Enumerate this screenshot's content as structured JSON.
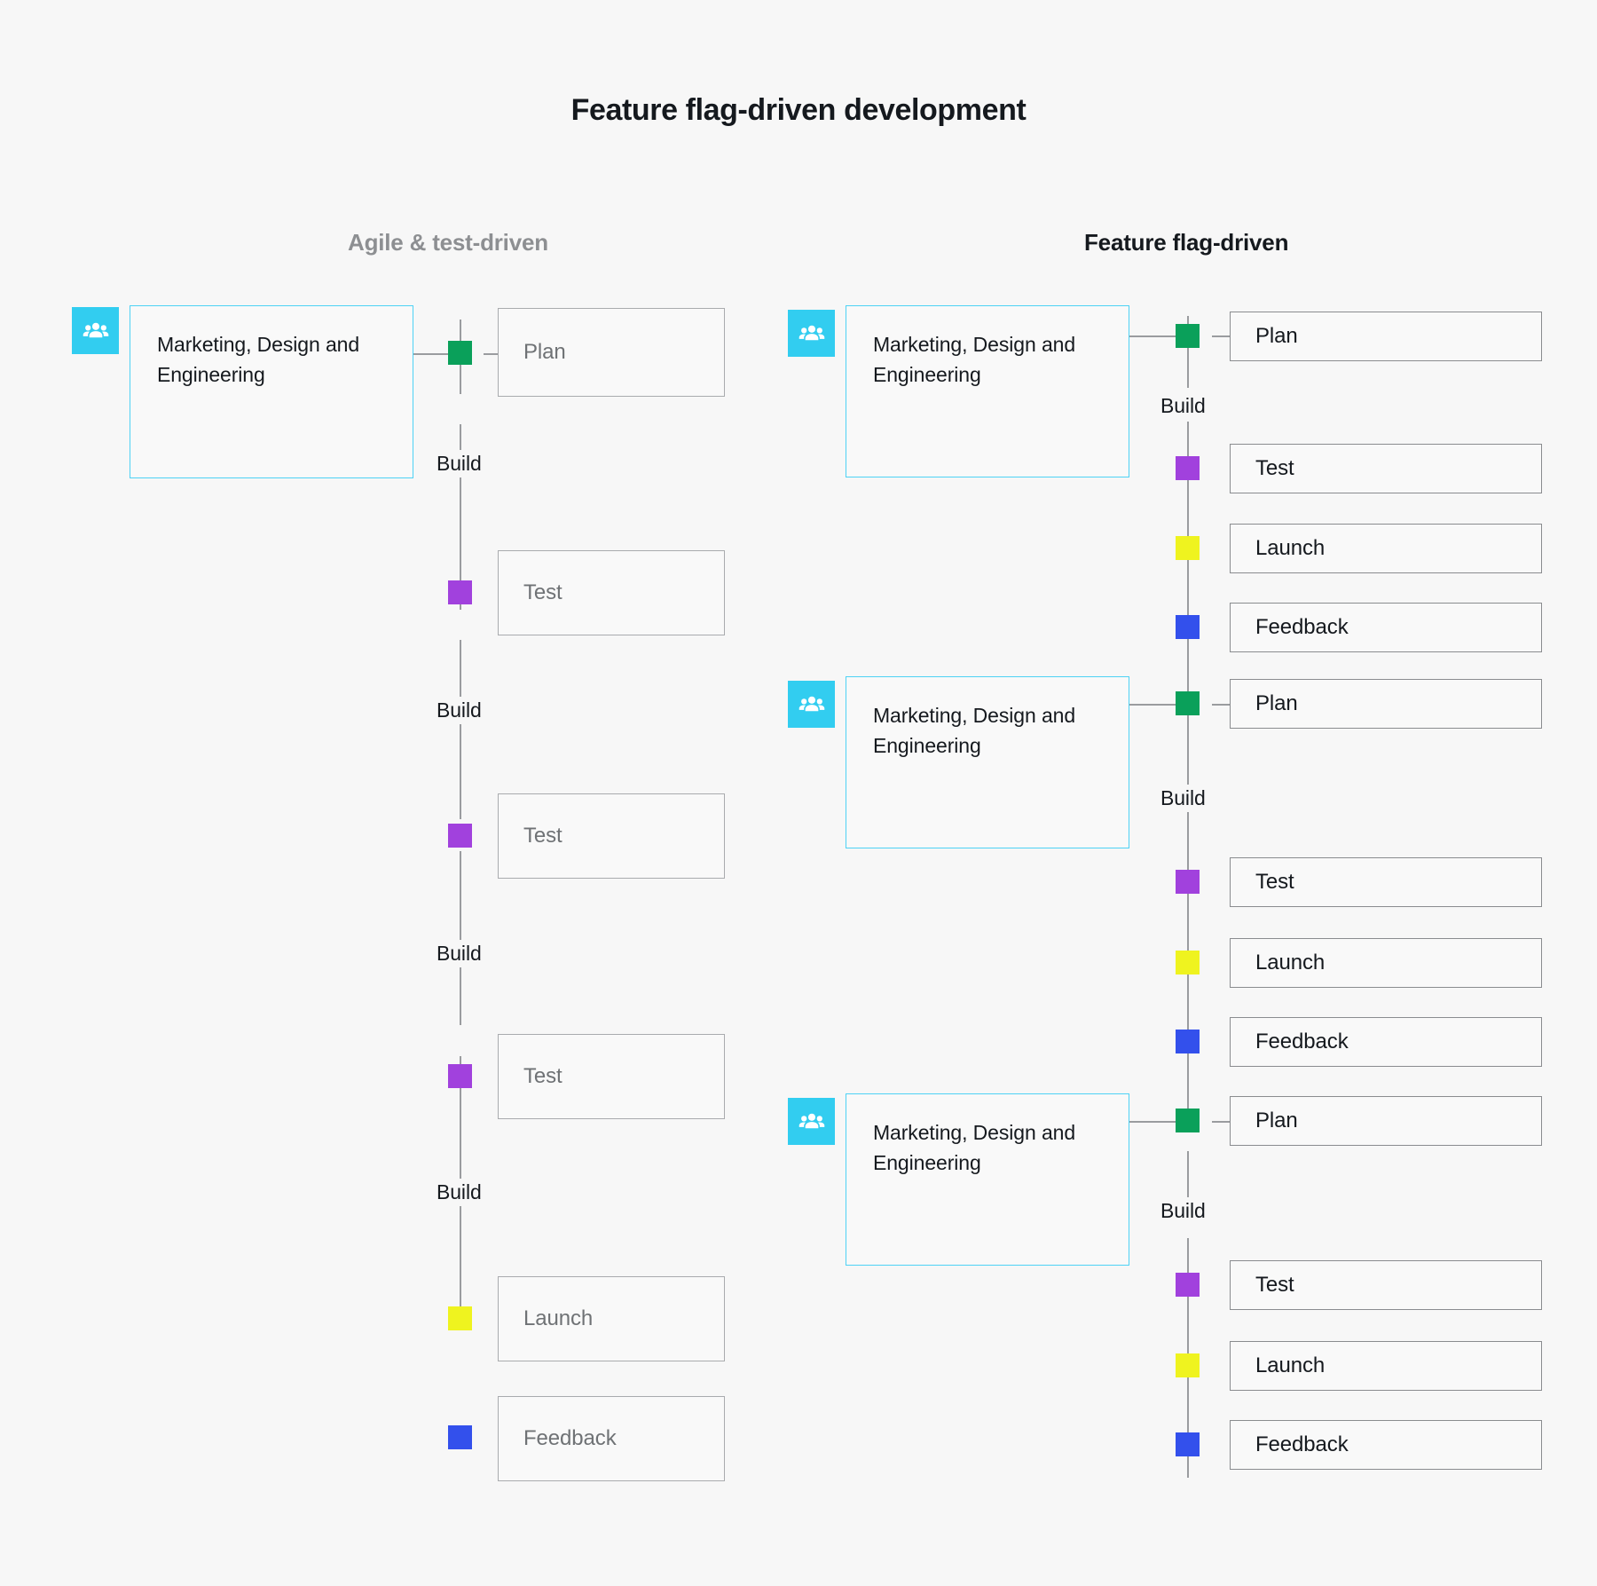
{
  "page": {
    "title": "Feature flag-driven development",
    "background_color": "#f7f7f7"
  },
  "colors": {
    "actor_border": "#4ed2f5",
    "actor_icon_bg": "#32cdf0",
    "stage_border": "#8a8c8f",
    "connector": "#9a9c9f",
    "marker_plan": "#0aa05a",
    "marker_test": "#a141dd",
    "marker_launch": "#eff31f",
    "marker_feedback": "#3350ec",
    "heading_muted": "#8d8f92",
    "heading_strong": "#15191e",
    "text_muted": "#6f7275",
    "text_strong": "#15191e"
  },
  "icons": {
    "team": "people-group-icon"
  },
  "columns": {
    "left": {
      "heading": "Agile & test-driven",
      "actors": [
        {
          "label": "Marketing, Design and Engineering",
          "icon": "people-group-icon"
        }
      ],
      "stages": [
        {
          "label": "Plan",
          "marker": "plan"
        },
        {
          "label": "Test",
          "marker": "test"
        },
        {
          "label": "Test",
          "marker": "test"
        },
        {
          "label": "Test",
          "marker": "test"
        },
        {
          "label": "Launch",
          "marker": "launch"
        },
        {
          "label": "Feedback",
          "marker": "feedback"
        }
      ],
      "build_labels": [
        "Build",
        "Build",
        "Build",
        "Build"
      ]
    },
    "right": {
      "heading": "Feature flag-driven",
      "actors": [
        {
          "label": "Marketing, Design and Engineering",
          "icon": "people-group-icon"
        },
        {
          "label": "Marketing, Design and Engineering",
          "icon": "people-group-icon"
        },
        {
          "label": "Marketing, Design and Engineering",
          "icon": "people-group-icon"
        }
      ],
      "stages": [
        {
          "label": "Plan",
          "marker": "plan"
        },
        {
          "label": "Test",
          "marker": "test"
        },
        {
          "label": "Launch",
          "marker": "launch"
        },
        {
          "label": "Feedback",
          "marker": "feedback"
        },
        {
          "label": "Plan",
          "marker": "plan"
        },
        {
          "label": "Test",
          "marker": "test"
        },
        {
          "label": "Launch",
          "marker": "launch"
        },
        {
          "label": "Feedback",
          "marker": "feedback"
        },
        {
          "label": "Plan",
          "marker": "plan"
        },
        {
          "label": "Test",
          "marker": "test"
        },
        {
          "label": "Launch",
          "marker": "launch"
        },
        {
          "label": "Feedback",
          "marker": "feedback"
        }
      ],
      "build_labels": [
        "Build",
        "Build",
        "Build"
      ]
    }
  }
}
